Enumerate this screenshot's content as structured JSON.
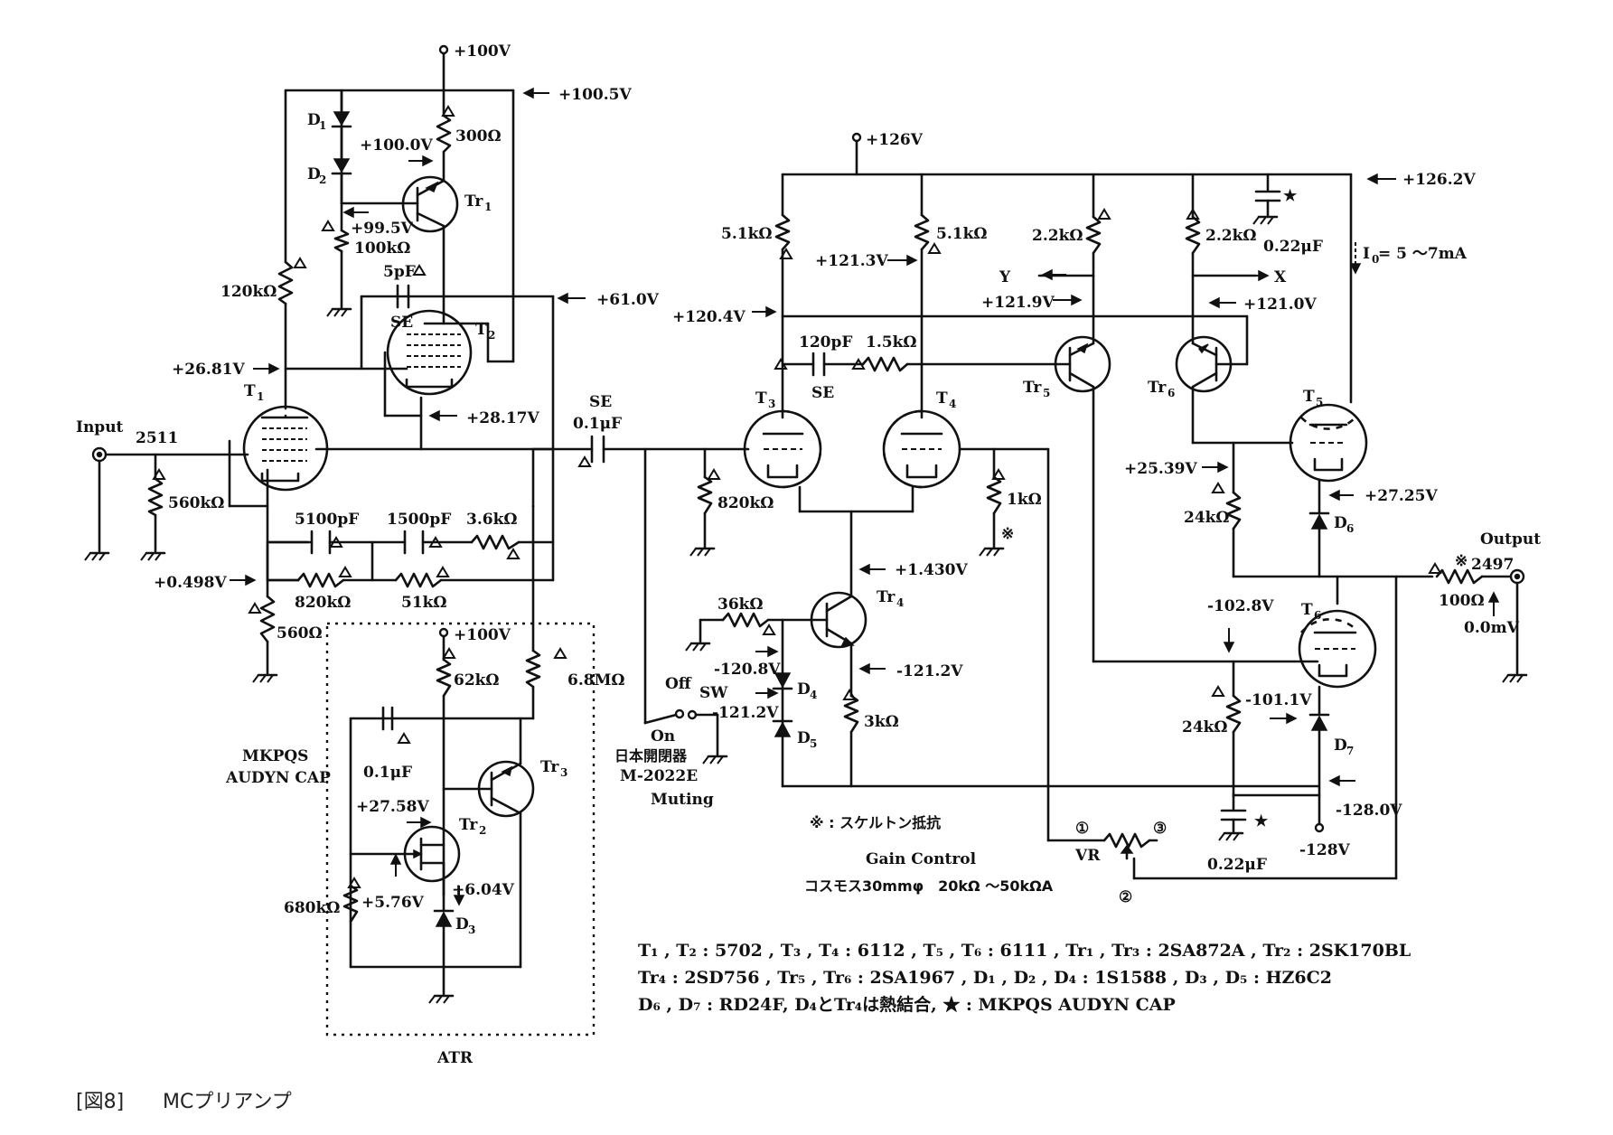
{
  "title": "MCプリアンプ",
  "caption": {
    "fig": "[図8]",
    "title": "MCプリアンプ"
  },
  "supplies": {
    "b_plus_100": "+100V",
    "b_plus_100_5": "+100.5V",
    "b_plus_126": "+126V",
    "b_plus_126_2": "+126.2V",
    "b_minus_128": "-128V",
    "b_minus_128_0": "-128.0V",
    "atr_plus_100": "+100V"
  },
  "voltages": {
    "v100_0": "+100.0V",
    "v99_5": "+99.5V",
    "v61_0": "+61.0V",
    "v26_81": "+26.81V",
    "v28_17": "+28.17V",
    "v0_498": "+0.498V",
    "v27_58": "+27.58V",
    "v5_76": "+5.76V",
    "v6_04": "+6.04V",
    "v121_3": "+121.3V",
    "v120_4": "+120.4V",
    "v121_9": "+121.9V",
    "v121_0": "+121.0V",
    "v1_430": "+1.430V",
    "v121_2n": "-121.2V",
    "v120_8n": "-120.8V",
    "v121_2sw": "-121.2V",
    "v25_39": "+25.39V",
    "v27_25": "+27.25V",
    "v102_8n": "-102.8V",
    "v101_1n": "-101.1V",
    "v0_0mv": "0.0mV"
  },
  "components": {
    "D1": "D",
    "D2": "D",
    "D3": "D",
    "D4": "D",
    "D5": "D",
    "D6": "D",
    "D7": "D",
    "r300": "300Ω",
    "r100k": "100kΩ",
    "r120k": "120kΩ",
    "c5p": "5pF",
    "se1": "SE",
    "T1": "T",
    "T2": "T",
    "T3": "T",
    "T4": "T",
    "T5": "T",
    "T6": "T",
    "Tr1": "Tr",
    "Tr2": "Tr",
    "Tr3": "Tr",
    "Tr4": "Tr",
    "Tr5": "Tr",
    "Tr6": "Tr",
    "input": "Input",
    "input_num": "2511",
    "r560k": "560kΩ",
    "c5100p": "5100pF",
    "c1500p": "1500pF",
    "r3_6k": "3.6kΩ",
    "r820k": "820kΩ",
    "r51k": "51kΩ",
    "r560": "560Ω",
    "r62k": "62kΩ",
    "r6_8m": "6.8MΩ",
    "c0_1u_atr": "0.1μF",
    "mkp1": "MKPQS",
    "mkp2": "AUDYN CAP",
    "r680k": "680kΩ",
    "atr": "ATR",
    "se_cap": "SE",
    "c0_1u": "0.1μF",
    "r820k_g": "820kΩ",
    "r5_1k_a": "5.1kΩ",
    "r5_1k_b": "5.1kΩ",
    "c120p": "120pF",
    "r1_5k": "1.5kΩ",
    "se2": "SE",
    "r1k": "1kΩ",
    "kome1": "※",
    "r36k": "36kΩ",
    "r3k": "3kΩ",
    "off": "Off",
    "on": "On",
    "sw": "SW",
    "sw_maker": "日本開閉器",
    "sw_model": "M-2022E",
    "muting": "Muting",
    "r2_2k_a": "2.2kΩ",
    "r2_2k_b": "2.2kΩ",
    "c0_22u_top": "0.22μF",
    "star_top": "★",
    "io": "I",
    "io_sub": "0",
    "io_val": " = 5 ～7mA",
    "y": "Y",
    "x": "X",
    "r24k_a": "24kΩ",
    "r24k_b": "24kΩ",
    "c0_22u_bot": "0.22μF",
    "star_bot": "★",
    "output": "Output",
    "output_num": "2497",
    "kome2": "※",
    "r100": "100Ω",
    "vr": "VR",
    "vr1": "①",
    "vr2": "②",
    "vr3": "③",
    "gain_control": "Gain Control",
    "vr_model": "コスモス30mmφ　20kΩ ～50kΩA",
    "skeleton_note": "※ : スケルトン抵抗"
  },
  "parts_list": [
    "T₁ , T₂ : 5702 , T₃ , T₄ : 6112 , T₅ , T₆ : 6111 , Tr₁ , Tr₃ : 2SA872A , Tr₂ : 2SK170BL",
    "Tr₄ : 2SD756 , Tr₅ , Tr₆ : 2SA1967 , D₁ , D₂ , D₄ : 1S1588 , D₃ , D₅ : HZ6C2",
    "D₆ , D₇ : RD24F, D₄とTr₄は熱結合, ★ : MKPQS AUDYN CAP"
  ]
}
